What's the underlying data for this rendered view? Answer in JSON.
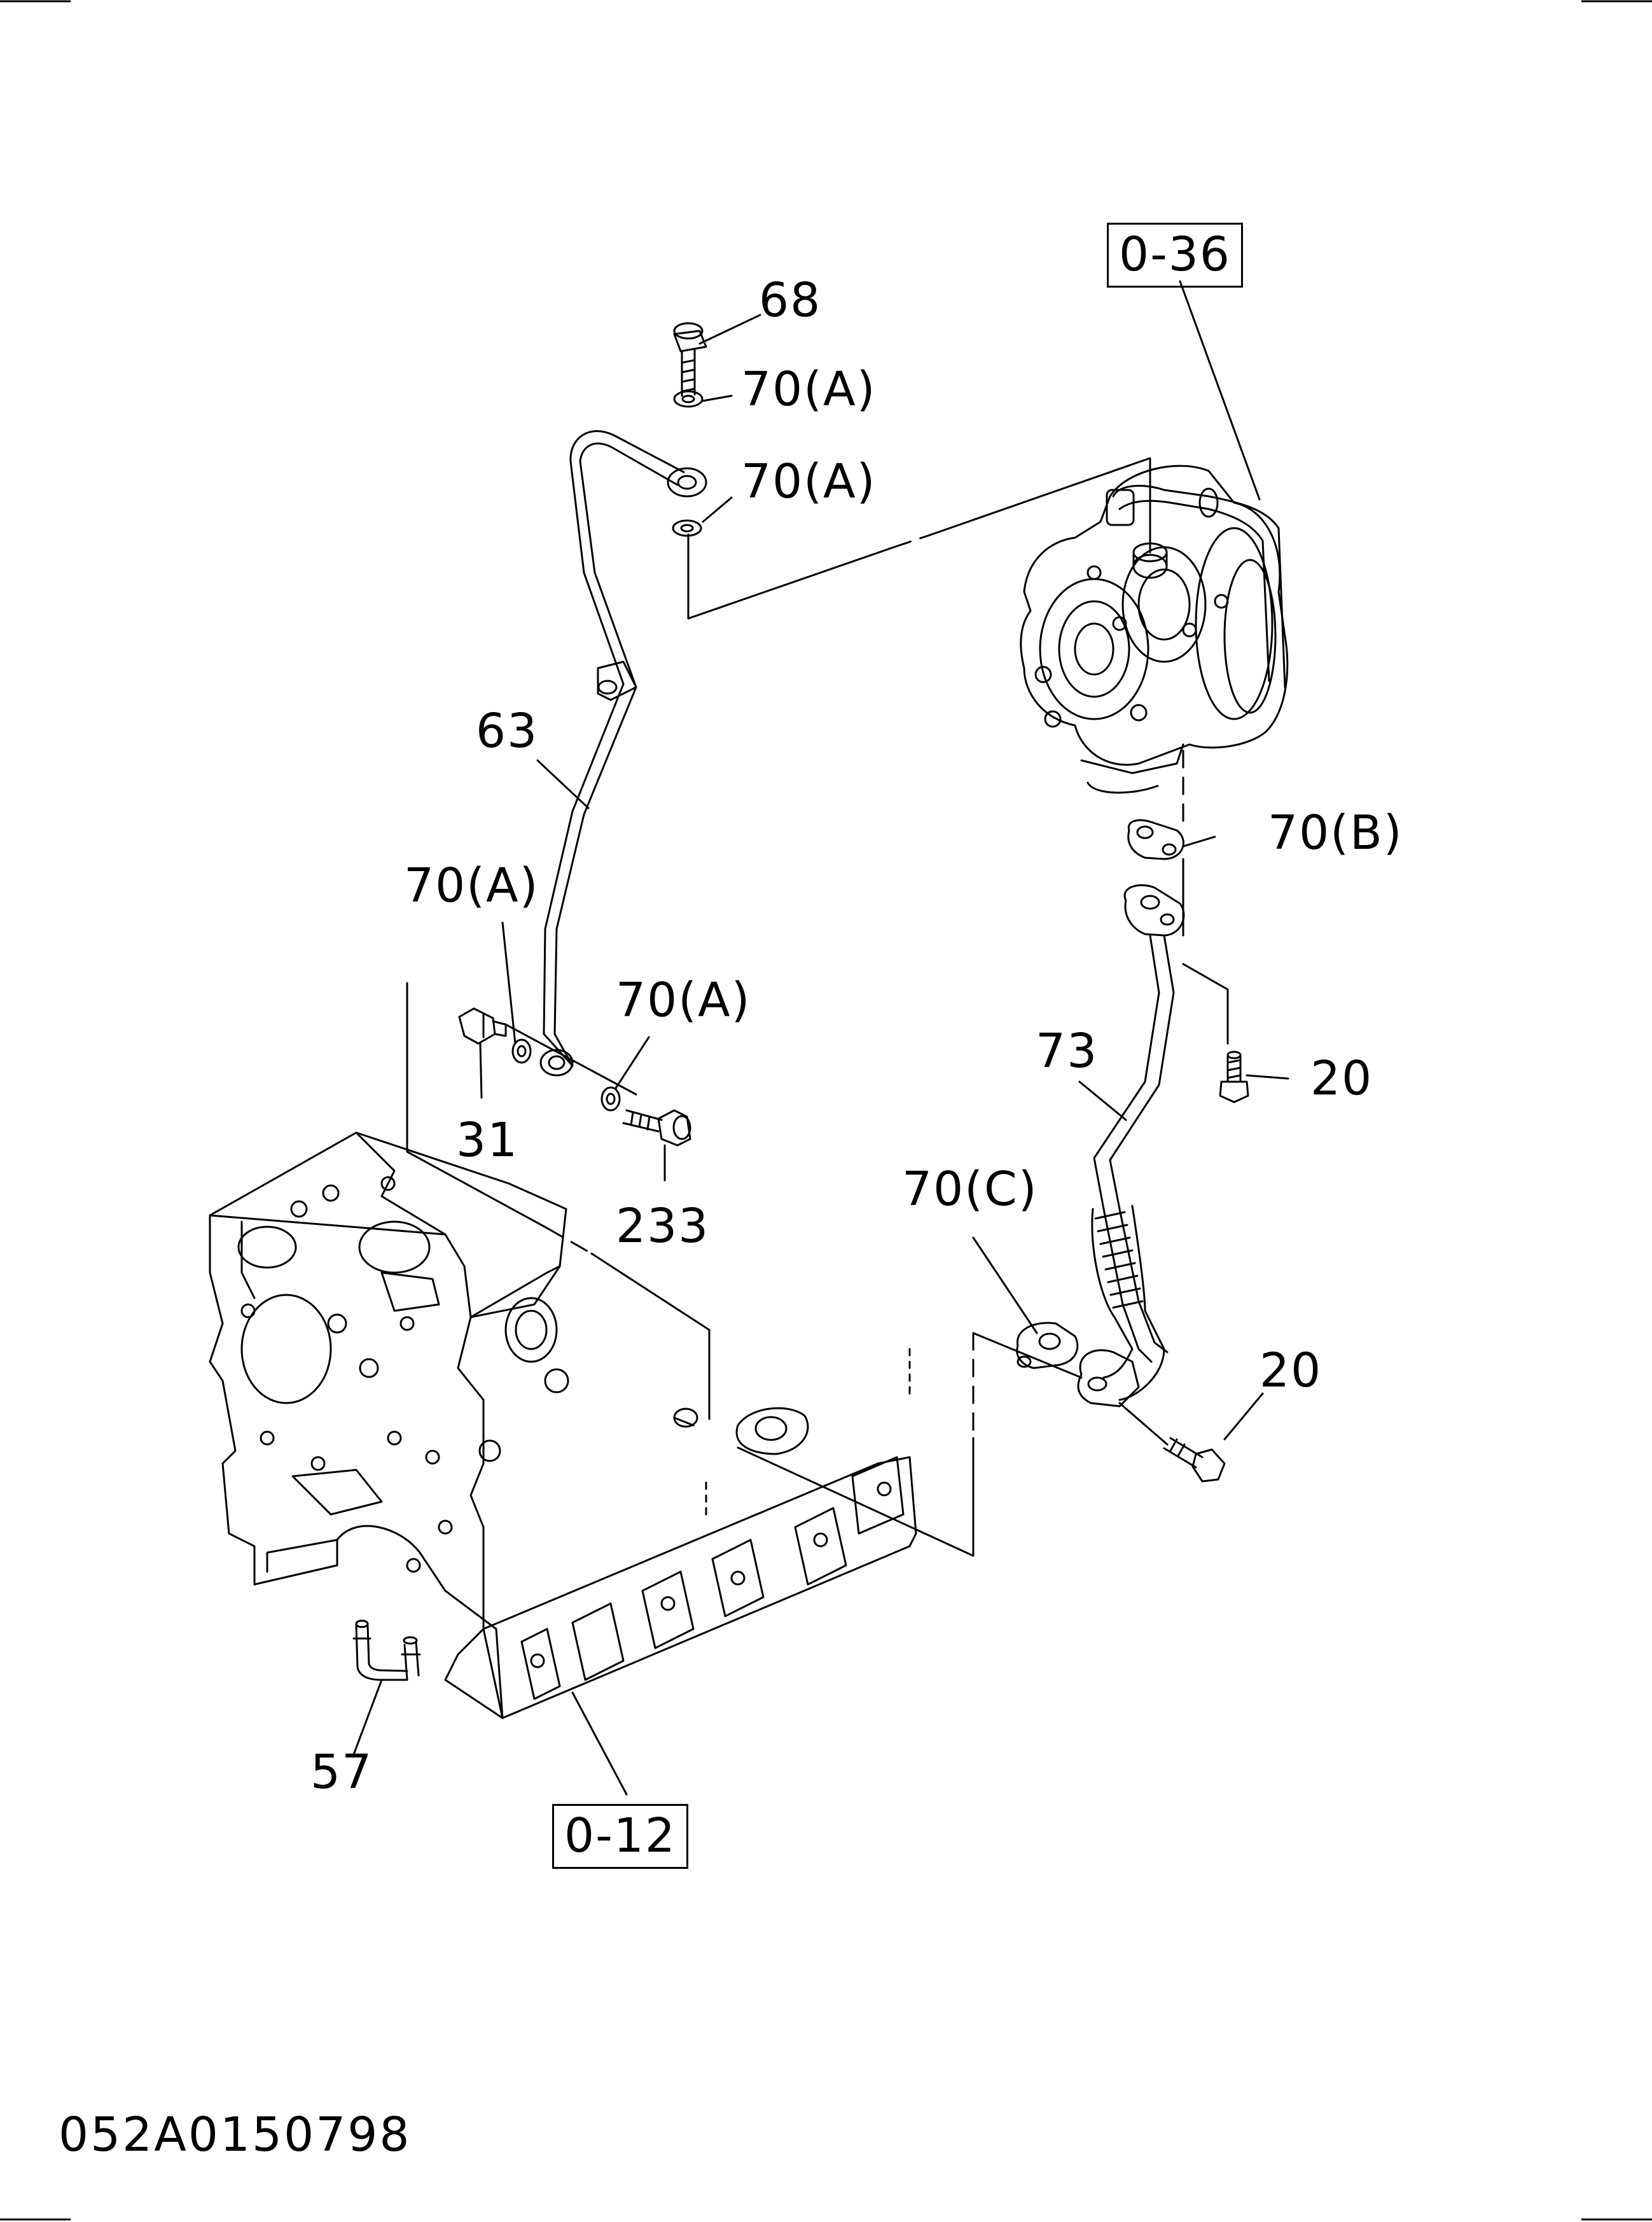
{
  "drawing_code": "052A0150798",
  "reference_boxes": {
    "top": "0-36",
    "bottom": "0-12"
  },
  "callouts": {
    "c68": "68",
    "c70a_1": "70(A)",
    "c70a_2": "70(A)",
    "c63": "63",
    "c70a_3": "70(A)",
    "c70a_4": "70(A)",
    "c31": "31",
    "c233": "233",
    "c70b": "70(B)",
    "c73": "73",
    "c20_1": "20",
    "c70c": "70(C)",
    "c20_2": "20",
    "c57": "57"
  }
}
